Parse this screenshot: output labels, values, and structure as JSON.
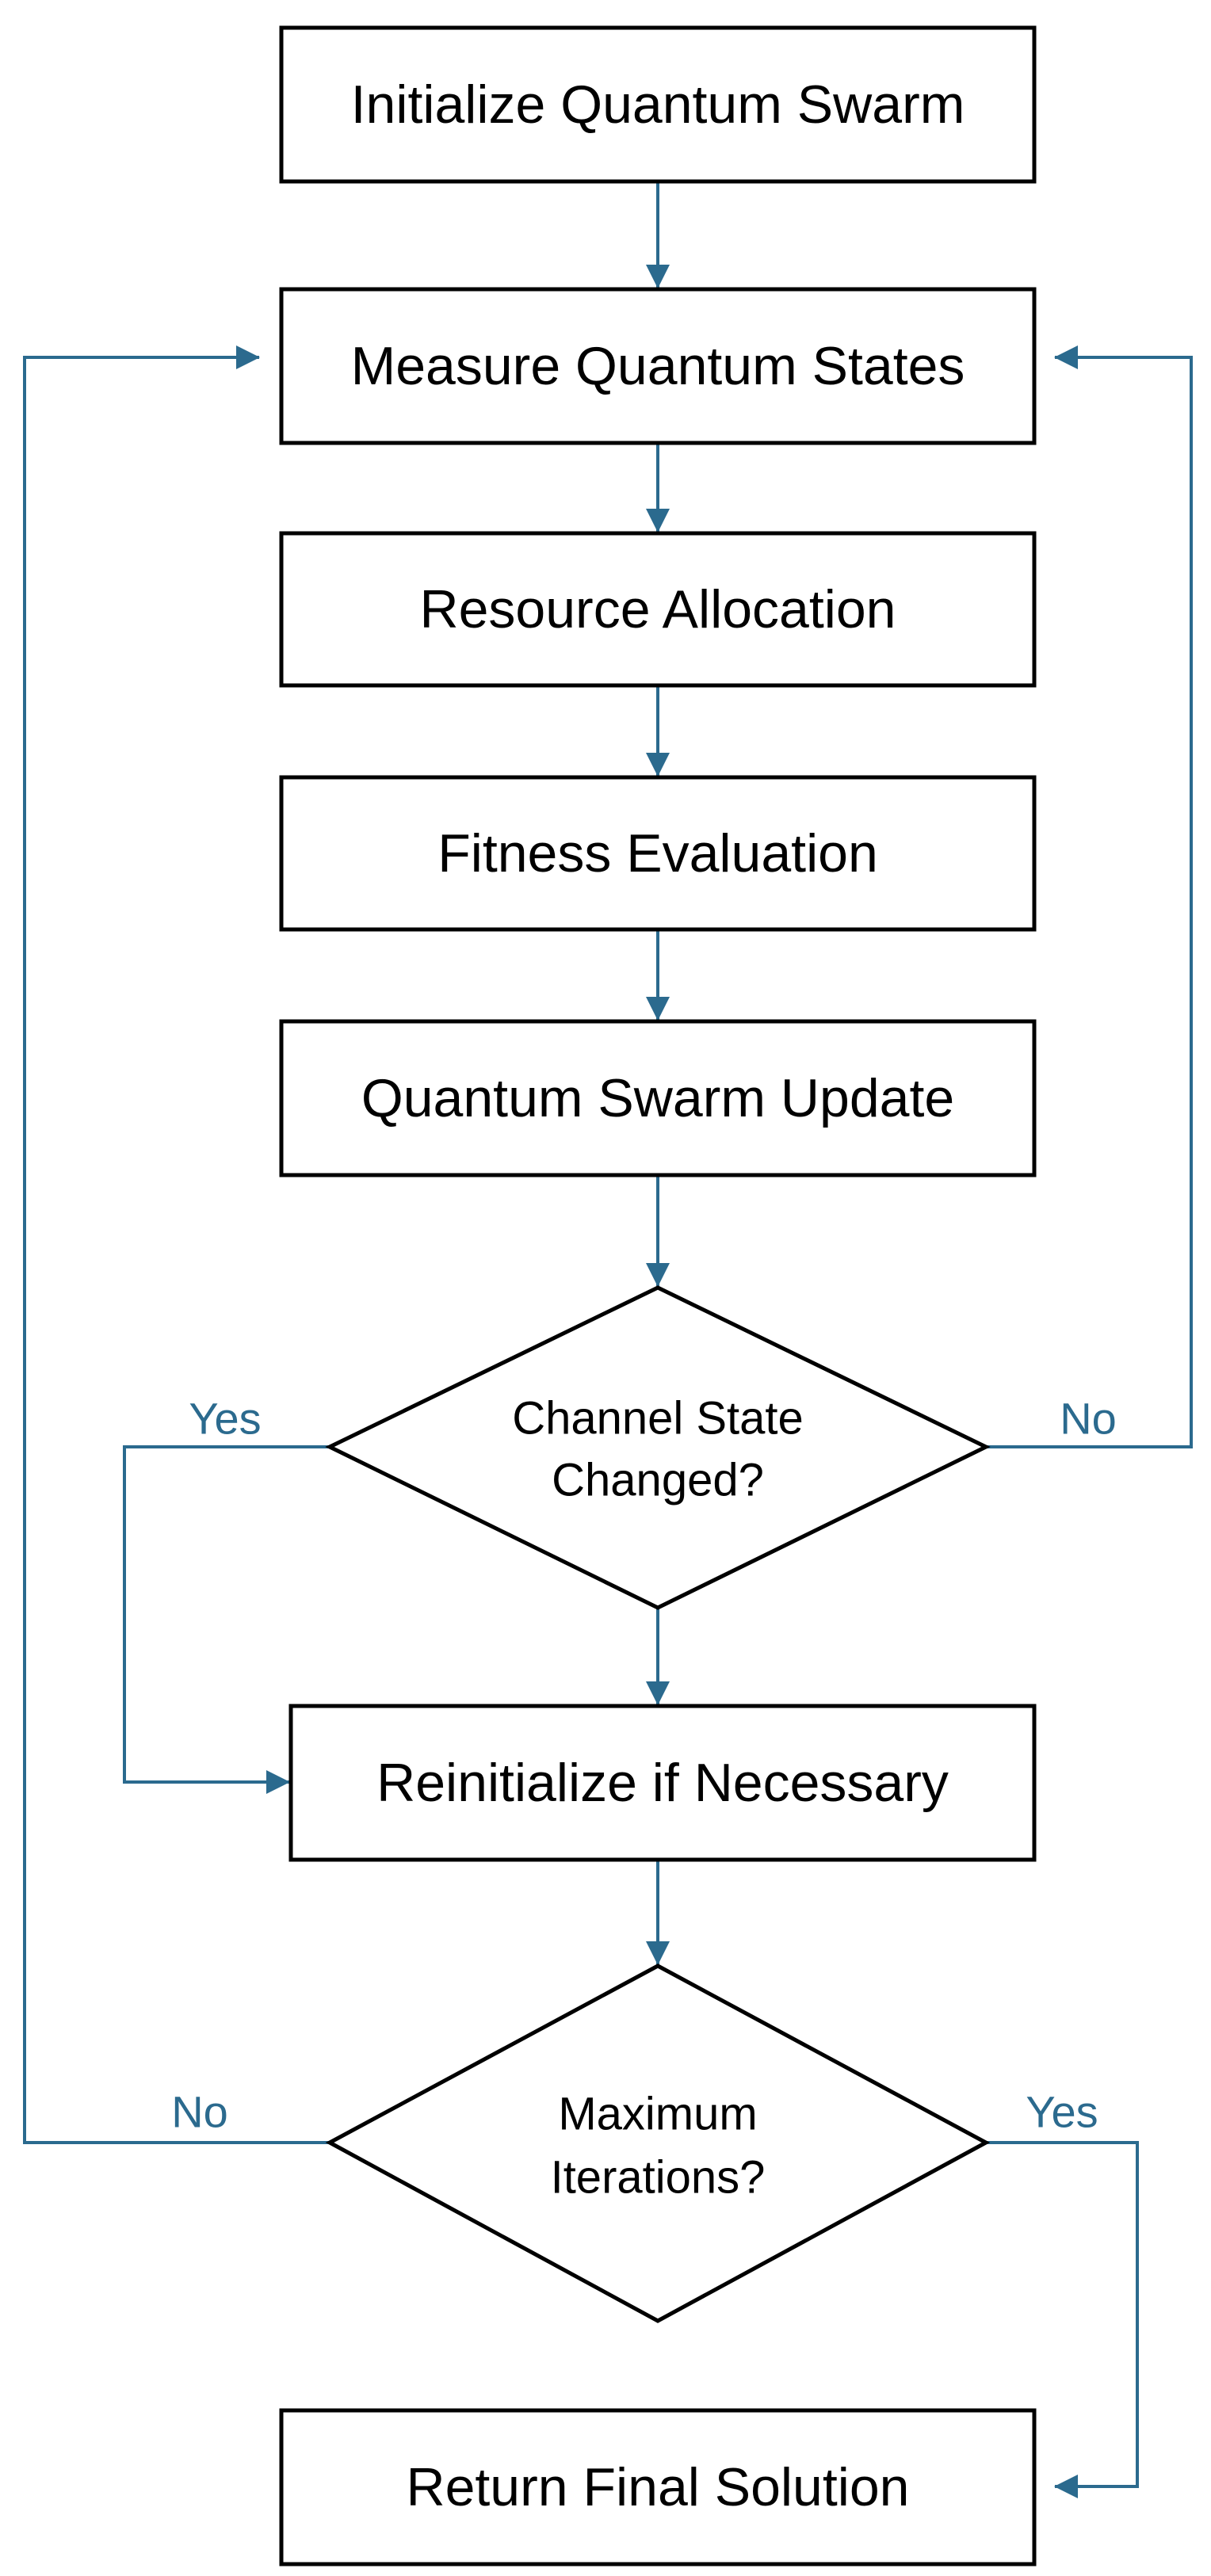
{
  "colors": {
    "connector": "#2b6a8e",
    "border": "#000000",
    "text": "#000000",
    "background": "#ffffff"
  },
  "nodes": {
    "initialize": "Initialize Quantum Swarm",
    "measure": "Measure Quantum States",
    "resource": "Resource Allocation",
    "fitness": "Fitness Evaluation",
    "update": "Quantum Swarm Update",
    "channel_decision": {
      "line1": "Channel State",
      "line2": "Changed?"
    },
    "reinitialize": "Reinitialize if Necessary",
    "max_decision": {
      "line1": "Maximum",
      "line2": "Iterations?"
    },
    "final": "Return Final Solution"
  },
  "edge_labels": {
    "channel_yes": "Yes",
    "channel_no": "No",
    "max_no": "No",
    "max_yes": "Yes"
  }
}
